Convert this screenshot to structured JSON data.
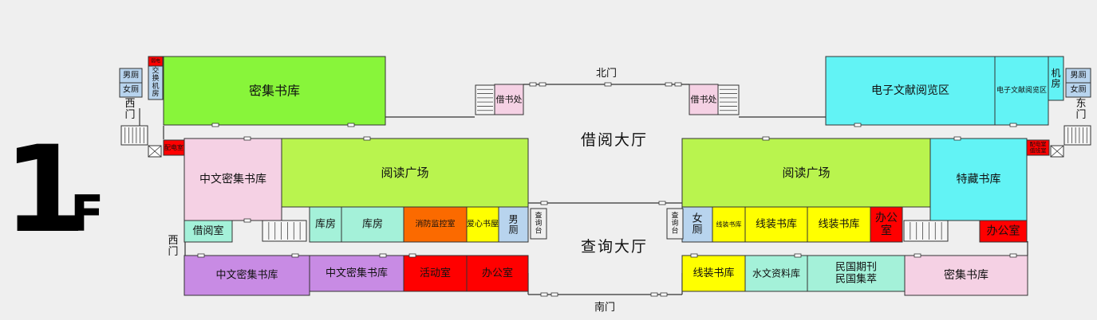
{
  "floor": {
    "number": "1",
    "suffix": "F"
  },
  "halls": {
    "lending_hall": "借阅大厅",
    "inquiry_hall": "查询大厅"
  },
  "doors": {
    "north": "北门",
    "south": "南门",
    "west_upper": "西门",
    "west_lower": "西门",
    "east": "东门"
  },
  "rooms": {
    "mens_room_w": "男厕",
    "womens_room_w": "女厕",
    "small_red_w": "弱电",
    "switch_room": "交换机房",
    "dense_stack_north": "密集书库",
    "power_room": "配电室",
    "lending_desk_w": "借书处",
    "lending_desk_e": "借书处",
    "zh_dense_stack_w": "中文密集书库",
    "reading_square_w": "阅读广场",
    "lending_room": "借阅室",
    "storeroom_1": "库房",
    "storeroom_2": "库房",
    "fire_control": "消防监控室",
    "charity_book": "爱心书屋",
    "mens_room_c": "男厕",
    "inquiry_desk_w": "查询台",
    "inquiry_desk_e": "查询台",
    "zh_dense_stack_sw1": "中文密集书库",
    "zh_dense_stack_sw2": "中文密集书库",
    "activity_room": "活动室",
    "office_sw": "办公室",
    "e_reading_area": "电子文献阅览区",
    "e_reading_area_small": "电子文献阅览区",
    "machine_room": "机房",
    "mens_room_e": "男厕",
    "womens_room_e": "女厕",
    "power_duty_room": "配电室值班室",
    "reading_square_e": "阅读广场",
    "special_collection": "特藏书库",
    "womens_room_c": "女厕",
    "thread_bound_1": "线装书库",
    "thread_bound_2": "线装书库",
    "thread_bound_3": "线装书库",
    "office_e1": "办公室",
    "office_e2": "办公室",
    "thread_bound_s": "线装书库",
    "hydrology_archive": "水文资料库",
    "republic_periodicals": "民国期刊民国集萃",
    "dense_stack_se": "密集书库"
  },
  "colors": {
    "green": "#88f53a",
    "yellowgreen": "#b9f44e",
    "pink": "#f5d1e4",
    "cyan": "#62f3f5",
    "teal": "#a4f1d9",
    "lightblue": "#b8d4ee",
    "orange": "#fb6a00",
    "yellow": "#ffff00",
    "red": "#ff0000",
    "purple": "#c88be4",
    "grey": "#efefef"
  }
}
